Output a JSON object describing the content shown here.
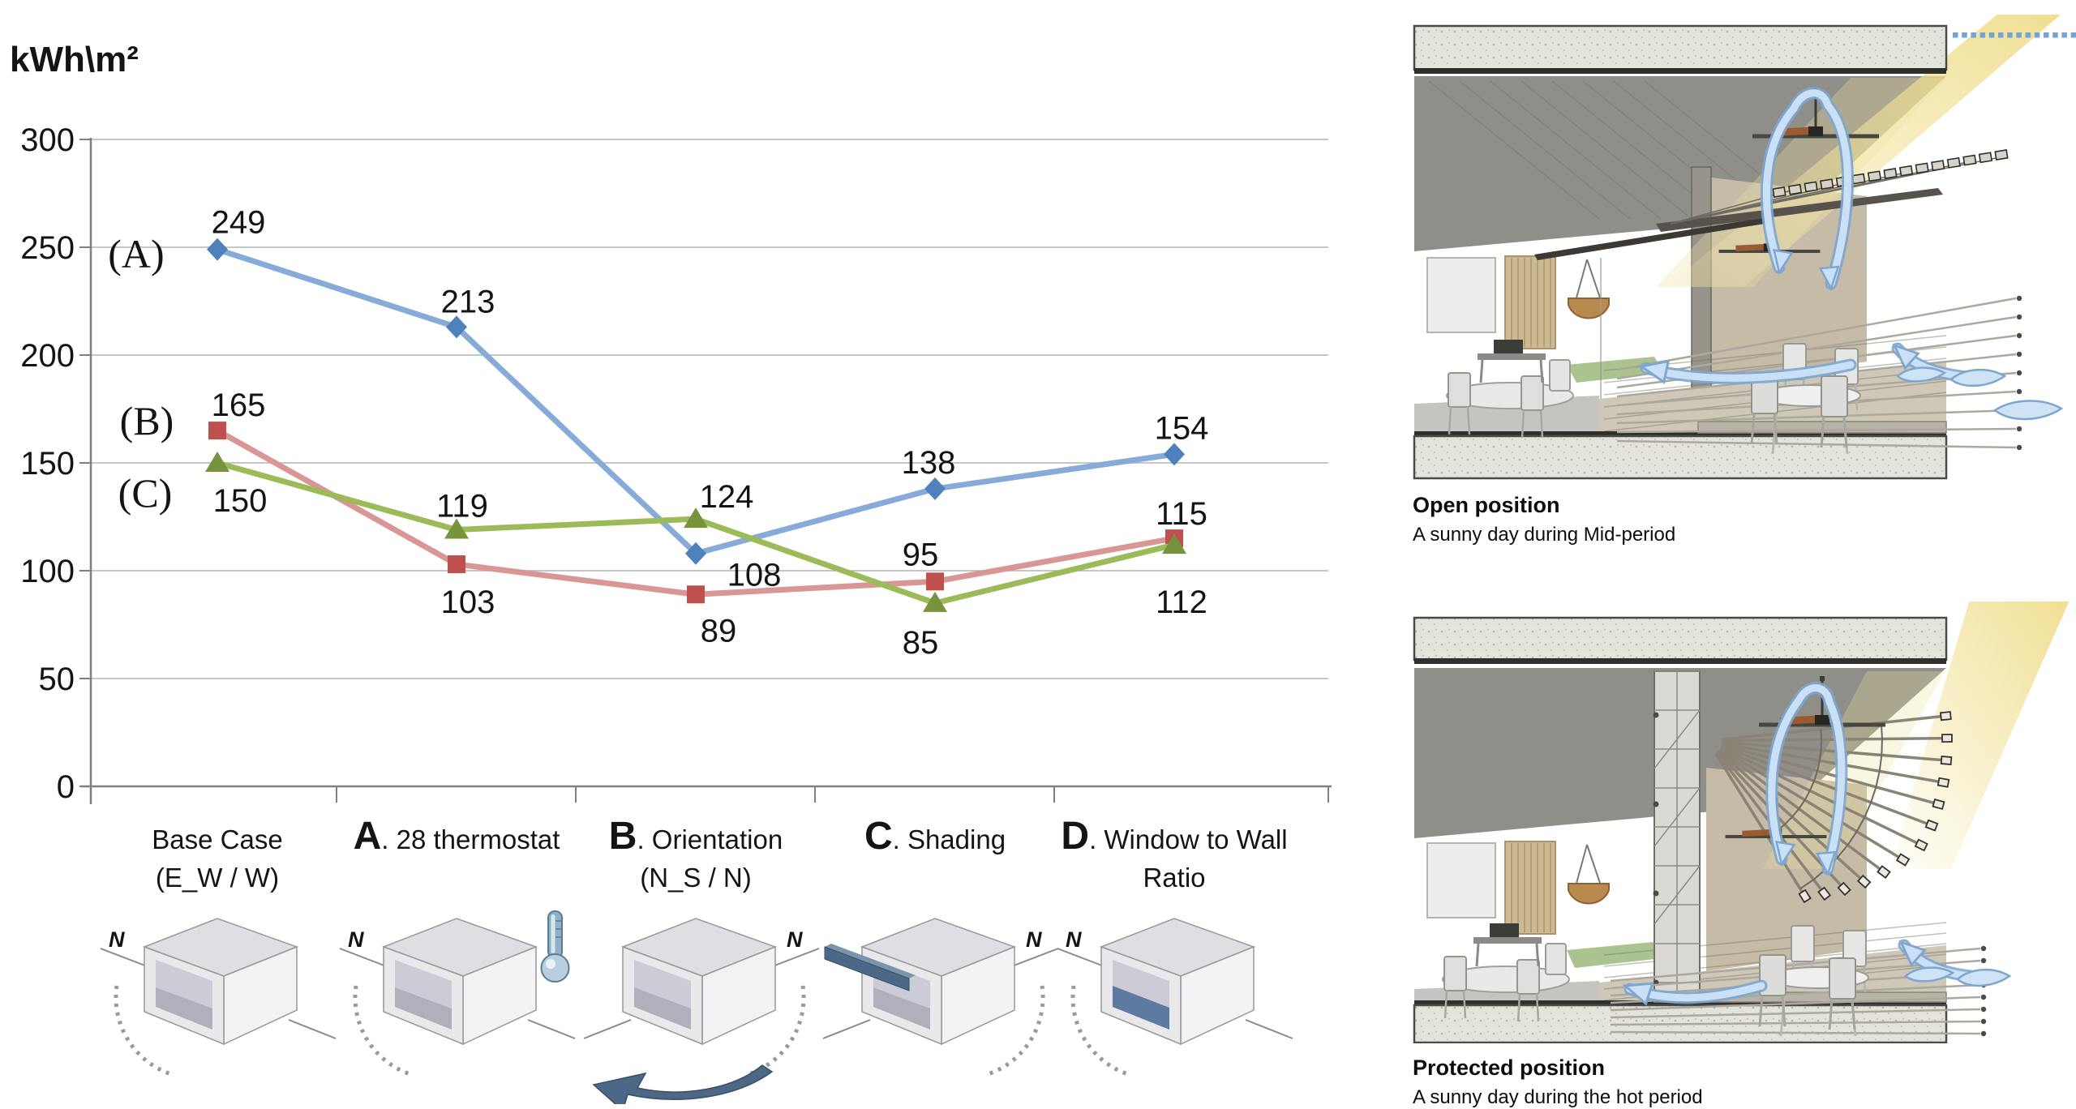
{
  "chart_data": {
    "type": "line",
    "title": "",
    "xlabel": "",
    "ylabel": "kWh\\m²",
    "ylim": [
      0,
      300
    ],
    "yticks": [
      0,
      50,
      100,
      150,
      200,
      250,
      300
    ],
    "grid": true,
    "legend": "inline-annotations",
    "categories": [
      {
        "prefix": "",
        "line1": "Base Case",
        "line2": "(E_W / W)"
      },
      {
        "prefix": "A",
        "line1": "28 thermostat",
        "line2": ""
      },
      {
        "prefix": "B",
        "line1": "Orientation",
        "line2": "(N_S / N)"
      },
      {
        "prefix": "C",
        "line1": "Shading",
        "line2": ""
      },
      {
        "prefix": "D",
        "line1": "Window to Wall",
        "line2": "Ratio"
      }
    ],
    "series": [
      {
        "name": "(A)",
        "marker": "diamond",
        "values": [
          249,
          213,
          108,
          138,
          154
        ],
        "line_color": "#87abd9",
        "marker_color": "#4f81bd",
        "label_offsets": [
          [
            26,
            -20
          ],
          [
            14,
            -18
          ],
          [
            72,
            40
          ],
          [
            -8,
            -19
          ],
          [
            9,
            -19
          ]
        ],
        "name_pos": [
          168,
          330
        ]
      },
      {
        "name": "(B)",
        "marker": "square",
        "values": [
          165,
          103,
          89,
          95,
          115
        ],
        "line_color": "#d99694",
        "marker_color": "#c0504d",
        "label_offsets": [
          [
            26,
            -18
          ],
          [
            14,
            60
          ],
          [
            28,
            58
          ],
          [
            -18,
            -20
          ],
          [
            9,
            -17
          ]
        ],
        "name_pos": [
          181,
          536
        ]
      },
      {
        "name": "(C)",
        "marker": "triangle",
        "values": [
          150,
          119,
          124,
          85,
          112
        ],
        "line_color": "#9bbb59",
        "marker_color": "#77933c",
        "label_offsets": [
          [
            28,
            60
          ],
          [
            7,
            -16
          ],
          [
            38,
            -14
          ],
          [
            -18,
            62
          ],
          [
            9,
            84
          ]
        ],
        "name_pos": [
          179,
          625
        ]
      }
    ]
  },
  "icons": {
    "north_label": "N"
  },
  "panels": {
    "top": {
      "title": "Open position",
      "subtitle": "A sunny day during Mid-period"
    },
    "bottom": {
      "title": "Protected position",
      "subtitle": "A sunny day during the hot period"
    }
  }
}
